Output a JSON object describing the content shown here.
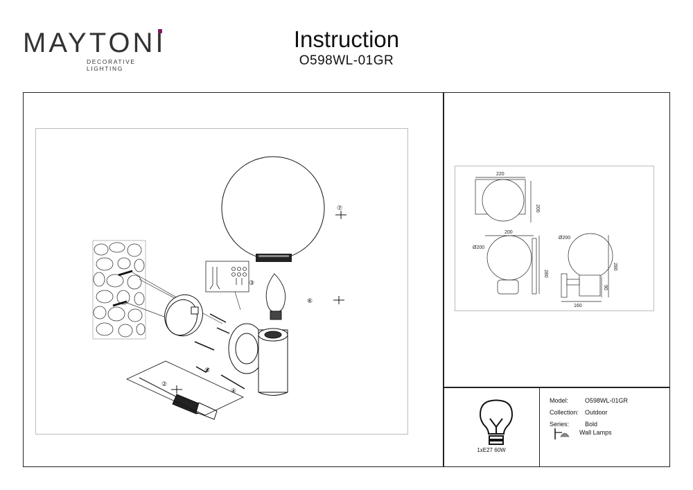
{
  "brand": {
    "name": "MAYTONI",
    "tagline": "DECORATIVE LIGHTING",
    "accent": "#7a1a63"
  },
  "header": {
    "title": "Instruction",
    "code": "O598WL-01GR"
  },
  "callouts": [
    "②",
    "③",
    "④",
    "⑤",
    "⑥",
    "⑦"
  ],
  "dimensions": {
    "top_view": {
      "width": "220",
      "height": "200"
    },
    "front_view": {
      "width": "200",
      "diameter": "Ø200",
      "height": "280"
    },
    "side_view": {
      "diameter": "Ø200",
      "height": "280",
      "base_height": "90",
      "depth": "160"
    }
  },
  "bulb": {
    "icon": "bulb-icon",
    "label": "1xE27 60W"
  },
  "specs": [
    {
      "key": "Model:",
      "value": "O598WL-01GR"
    },
    {
      "key": "Collection:",
      "value": "Outdoor"
    },
    {
      "key": "Series:",
      "value": "Bold"
    }
  ],
  "category": {
    "icon": "wall-lamp-icon",
    "label": "Wall Lamps"
  }
}
